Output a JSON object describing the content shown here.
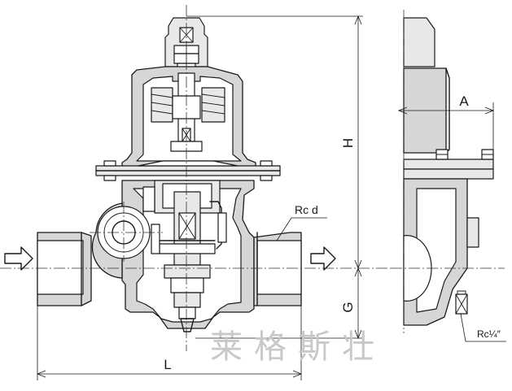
{
  "dimensions": {
    "H": "H",
    "A": "A",
    "G": "G",
    "L": "L"
  },
  "annotations": {
    "thread": "Rc d",
    "gauge_port": "Rc¼″"
  },
  "watermark": "莱格斯壮"
}
